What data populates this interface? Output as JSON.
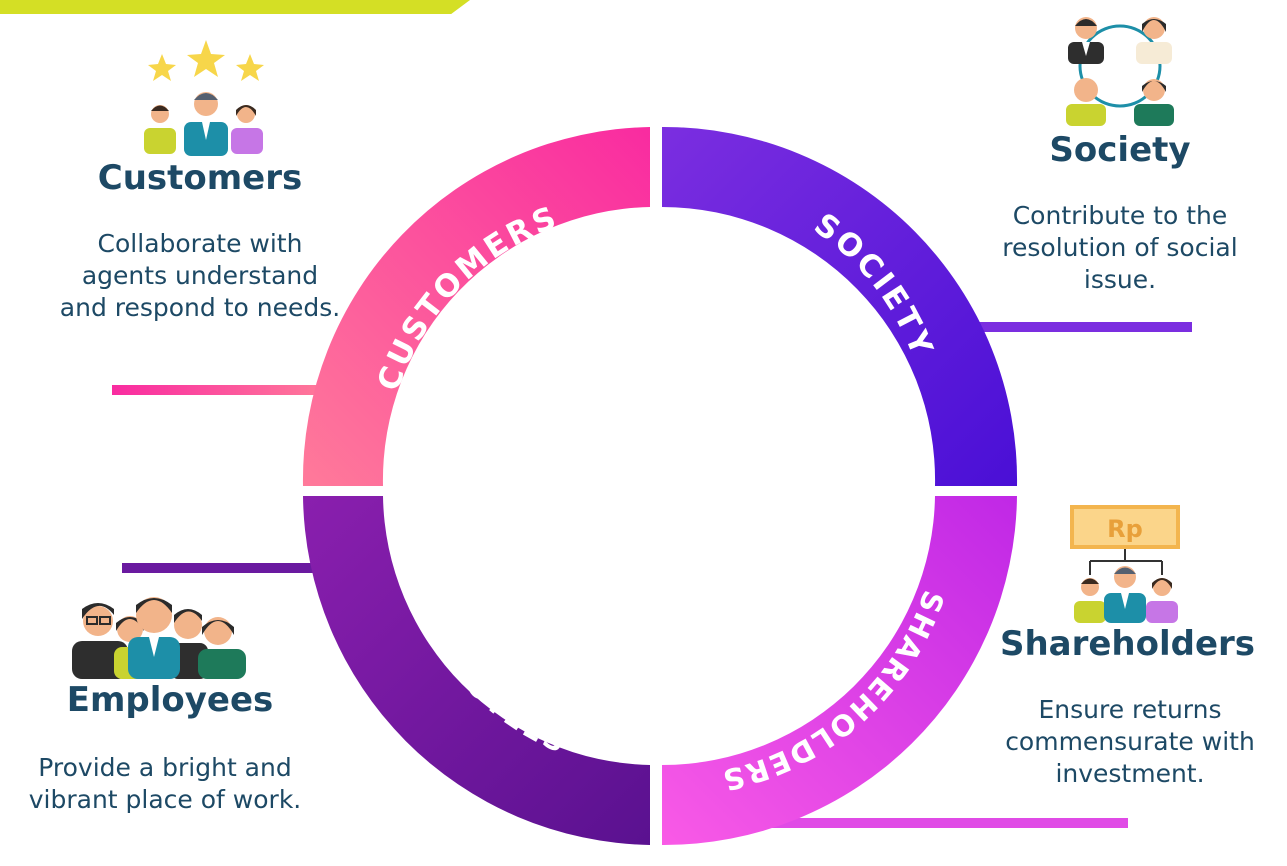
{
  "quadrants": {
    "customers": {
      "ring_label": "CUSTOMERS",
      "title": "Customers",
      "description": "Collaborate with agents understand and respond to needs.",
      "color_start": "#ff7a9a",
      "color_end": "#f92ba0"
    },
    "society": {
      "ring_label": "SOCIETY",
      "title": "Society",
      "description": "Contribute to the resolution of social issue.",
      "color_start": "#7b2ee0",
      "color_end": "#4a0fd6"
    },
    "shareholders": {
      "ring_label": "SHAREHOLDERS",
      "title": "Shareholders",
      "description": "Ensure returns commensurate with investment.",
      "icon_label": "Rp",
      "color_start": "#f95ae6",
      "color_end": "#c028e6"
    },
    "employees": {
      "ring_label": "EMPLOYEES",
      "title": "Employees",
      "description": "Provide a bright and vibrant place of work.",
      "color_start": "#8a1fae",
      "color_end": "#5a1190"
    }
  },
  "accent_color": "#d4df25",
  "text_color": "#1d4965",
  "icons": [
    "stars-people-icon",
    "society-network-icon",
    "money-hierarchy-icon",
    "employees-group-icon"
  ]
}
